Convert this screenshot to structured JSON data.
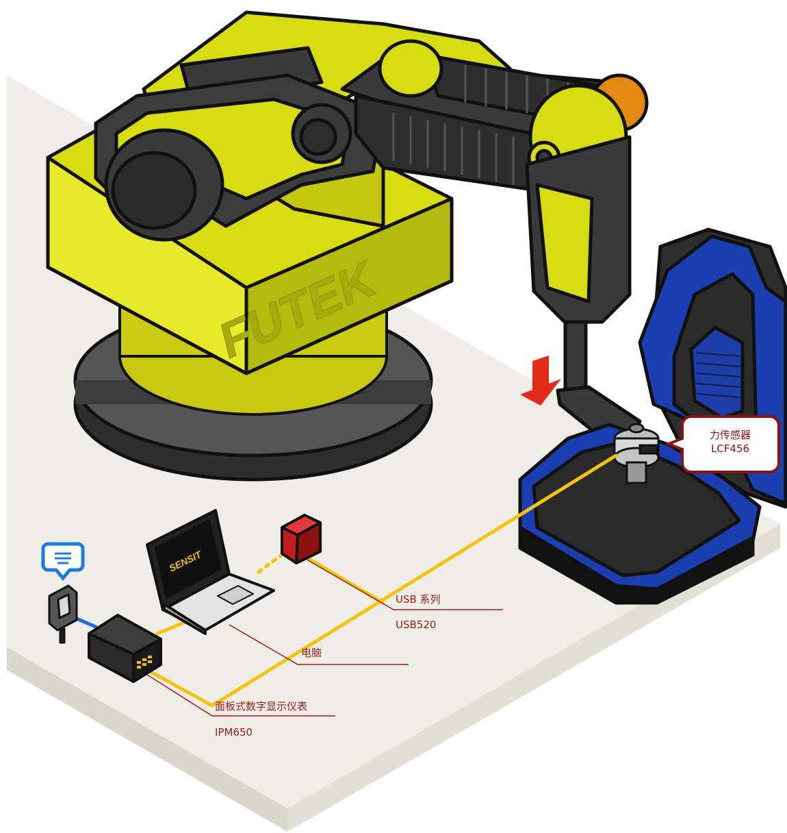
{
  "brand": {
    "robot_logo": "FUTEK",
    "laptop_logo": "SENSIT"
  },
  "labels": {
    "sensor_title": "力传感器",
    "sensor_model": "LCF456",
    "usb_series": "USB 系列",
    "usb_model": "USB520",
    "computer": "电脑",
    "display_title": "面板式数字显示仪表",
    "display_model": "IPM650"
  },
  "icons": {
    "power": "power-plug-icon",
    "chat": "chat-bubble-icon",
    "arrow": "down-arrow-icon"
  },
  "colors": {
    "robot_yellow": "#d7dc12",
    "robot_dark": "#3b3b3b",
    "seat_blue": "#1b3fb0",
    "cable_yellow": "#f4c20f",
    "label_red": "#9b1b1b",
    "floor": "#efeee6"
  }
}
